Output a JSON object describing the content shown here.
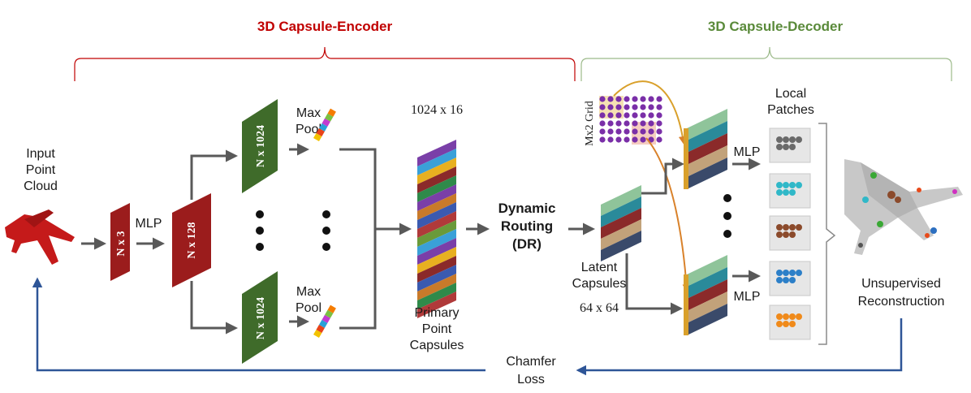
{
  "encoder": {
    "title": "3D Capsule-Encoder",
    "input_label": [
      "Input",
      "Point",
      "Cloud"
    ],
    "box_nx3": "N x 3",
    "mlp_label": "MLP",
    "box_nx128": "N x 128",
    "box_nx1024": "N x 1024",
    "maxpool_label": [
      "Max",
      "Pool"
    ],
    "primary_size": "1024 x 16",
    "primary_label": [
      "Primary",
      "Point",
      "Capsules"
    ]
  },
  "routing": {
    "label": [
      "Dynamic",
      "Routing",
      "(DR)"
    ]
  },
  "decoder": {
    "title": "3D Capsule-Decoder",
    "grid_label": "Mx2 Grid",
    "local_patches": [
      "Local",
      "Patches"
    ],
    "mlp_label": "MLP",
    "latent_label": [
      "Latent",
      "Capsules"
    ],
    "latent_size": "64 x 64",
    "output_label": [
      "Unsupervised",
      "Reconstruction"
    ]
  },
  "loss": {
    "label": [
      "Chamfer",
      "Loss"
    ]
  },
  "colors": {
    "encoder_red": "#c00000",
    "decoder_green": "#5a8a3a",
    "box_red": "#9b1c1c",
    "box_green": "#3f6b2a",
    "loss_blue": "#2e5597",
    "arrow_gray": "#595959",
    "grid_purple": "#7a2fa8",
    "curve_orange": "#d9822b"
  },
  "icons": [
    "airplane-icon",
    "airplane-3d-icon",
    "grid-dots-icon",
    "patch-icon"
  ]
}
